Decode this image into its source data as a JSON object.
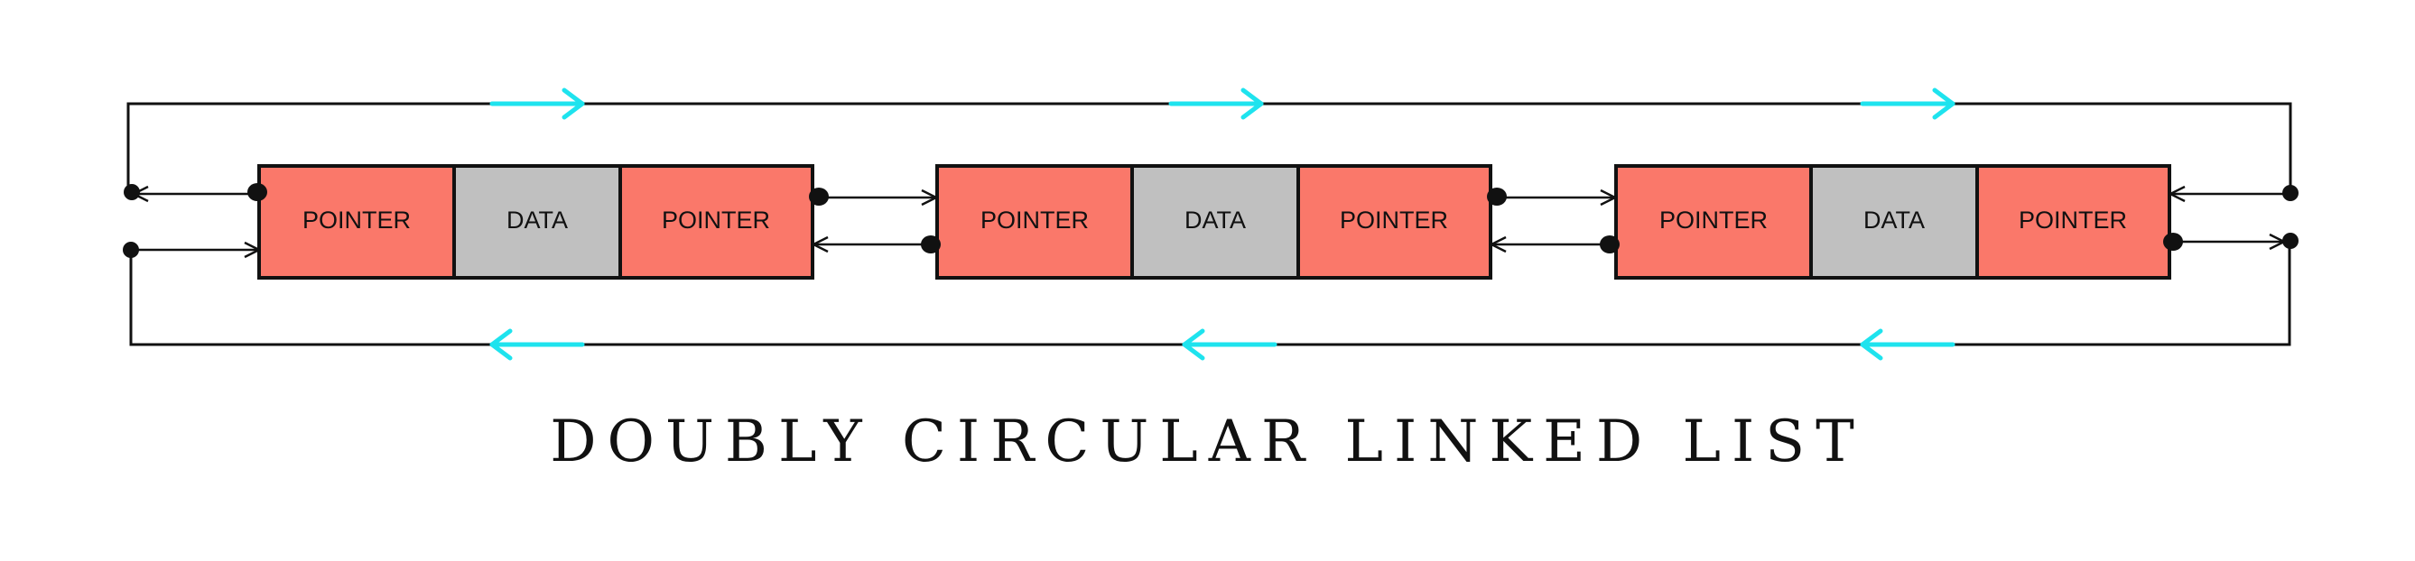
{
  "diagram": {
    "title": "DOUBLY CIRCULAR LINKED LIST",
    "nodes": [
      {
        "prev_label": "POINTER",
        "data_label": "DATA",
        "next_label": "POINTER"
      },
      {
        "prev_label": "POINTER",
        "data_label": "DATA",
        "next_label": "POINTER"
      },
      {
        "prev_label": "POINTER",
        "data_label": "DATA",
        "next_label": "POINTER"
      }
    ],
    "colors": {
      "pointer_cell": "#fa786a",
      "data_cell": "#c0c0c0",
      "outline": "#111111",
      "direction_arrow": "#1ee3ee"
    }
  }
}
